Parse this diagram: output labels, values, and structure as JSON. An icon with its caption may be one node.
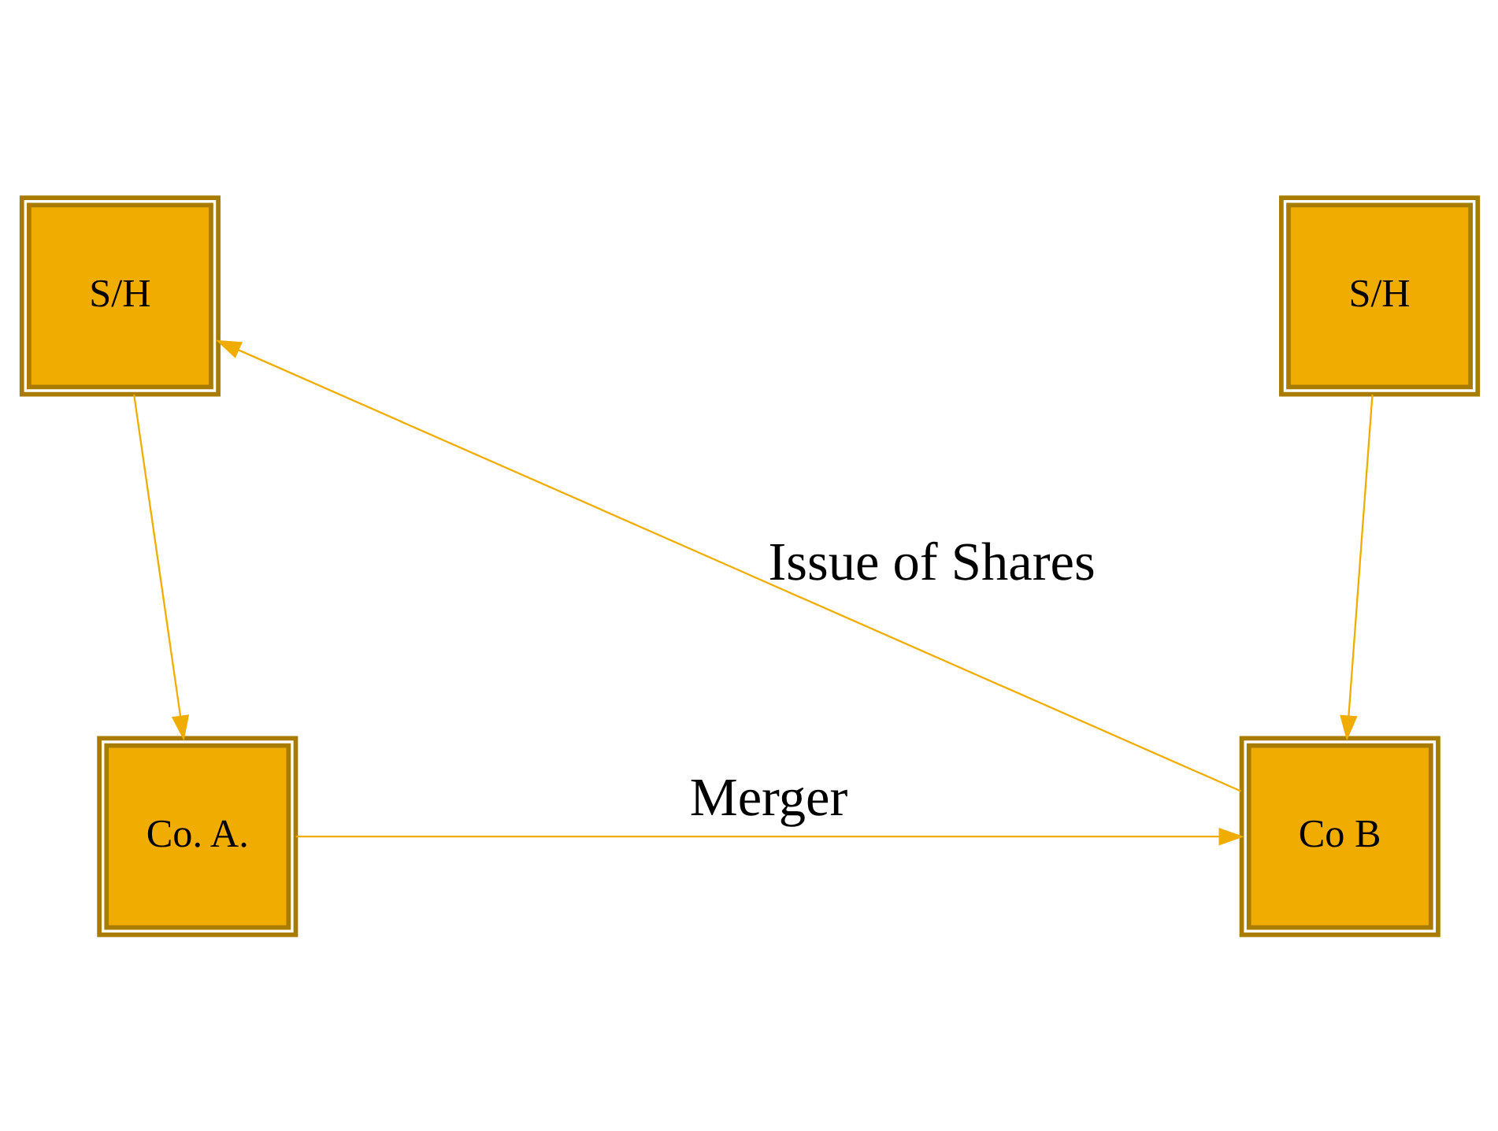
{
  "diagram": {
    "nodes": [
      {
        "text": [
          "S/H"
        ]
      },
      {
        "text": [
          "S/H"
        ]
      },
      {
        "text": [
          "Co. A."
        ]
      },
      {
        "text": [
          "Co B"
        ]
      }
    ],
    "edges": [
      {
        "from": 0,
        "to": 2,
        "arrow": "to"
      },
      {
        "from": 1,
        "to": 3,
        "arrow": "to"
      },
      {
        "from": 2,
        "to": 3,
        "arrow": "to",
        "label": "Merger"
      },
      {
        "from": 3,
        "to": 0,
        "arrow": "to",
        "label": "Issue of Shares"
      }
    ]
  }
}
